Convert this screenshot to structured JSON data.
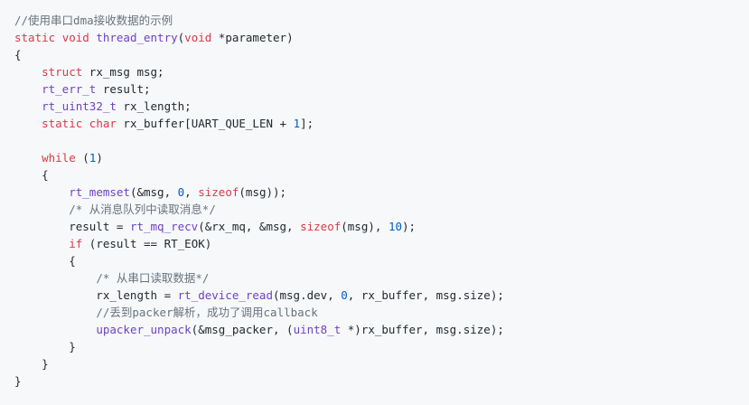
{
  "colors": {
    "background": "#f6f8fa",
    "text": "#24292e",
    "keyword": "#d73a49",
    "function": "#6f42c1",
    "comment": "#6a737d",
    "number": "#005cc5"
  },
  "code_lines": [
    [
      [
        "cm",
        "//使用串口dma接收数据的示例"
      ]
    ],
    [
      [
        "kw",
        "static"
      ],
      [
        "tx",
        " "
      ],
      [
        "kw",
        "void"
      ],
      [
        "tx",
        " "
      ],
      [
        "fn",
        "thread_entry"
      ],
      [
        "tx",
        "("
      ],
      [
        "kw",
        "void"
      ],
      [
        "tx",
        " *parameter)"
      ]
    ],
    [
      [
        "tx",
        "{"
      ]
    ],
    [
      [
        "tx",
        "    "
      ],
      [
        "kw",
        "struct"
      ],
      [
        "tx",
        " rx_msg msg;"
      ]
    ],
    [
      [
        "tx",
        "    "
      ],
      [
        "fn",
        "rt_err_t"
      ],
      [
        "tx",
        " result;"
      ]
    ],
    [
      [
        "tx",
        "    "
      ],
      [
        "fn",
        "rt_uint32_t"
      ],
      [
        "tx",
        " rx_length;"
      ]
    ],
    [
      [
        "tx",
        "    "
      ],
      [
        "kw",
        "static"
      ],
      [
        "tx",
        " "
      ],
      [
        "kw",
        "char"
      ],
      [
        "tx",
        " rx_buffer[UART_QUE_LEN + "
      ],
      [
        "nu",
        "1"
      ],
      [
        "tx",
        "];"
      ]
    ],
    [],
    [
      [
        "tx",
        "    "
      ],
      [
        "kw",
        "while"
      ],
      [
        "tx",
        " ("
      ],
      [
        "nu",
        "1"
      ],
      [
        "tx",
        ")"
      ]
    ],
    [
      [
        "tx",
        "    {"
      ]
    ],
    [
      [
        "tx",
        "        "
      ],
      [
        "fn",
        "rt_memset"
      ],
      [
        "tx",
        "(&msg, "
      ],
      [
        "nu",
        "0"
      ],
      [
        "tx",
        ", "
      ],
      [
        "kw",
        "sizeof"
      ],
      [
        "tx",
        "(msg));"
      ]
    ],
    [
      [
        "tx",
        "        "
      ],
      [
        "cm",
        "/* 从消息队列中读取消息*/"
      ]
    ],
    [
      [
        "tx",
        "        result = "
      ],
      [
        "fn",
        "rt_mq_recv"
      ],
      [
        "tx",
        "(&rx_mq, &msg, "
      ],
      [
        "kw",
        "sizeof"
      ],
      [
        "tx",
        "(msg), "
      ],
      [
        "nu",
        "10"
      ],
      [
        "tx",
        ");"
      ]
    ],
    [
      [
        "tx",
        "        "
      ],
      [
        "kw",
        "if"
      ],
      [
        "tx",
        " (result == RT_EOK)"
      ]
    ],
    [
      [
        "tx",
        "        {"
      ]
    ],
    [
      [
        "tx",
        "            "
      ],
      [
        "cm",
        "/* 从串口读取数据*/"
      ]
    ],
    [
      [
        "tx",
        "            rx_length = "
      ],
      [
        "fn",
        "rt_device_read"
      ],
      [
        "tx",
        "(msg.dev, "
      ],
      [
        "nu",
        "0"
      ],
      [
        "tx",
        ", rx_buffer, msg.size);"
      ]
    ],
    [
      [
        "tx",
        "            "
      ],
      [
        "cm",
        "//丢到packer解析，成功了调用callback"
      ]
    ],
    [
      [
        "tx",
        "            "
      ],
      [
        "fn",
        "upacker_unpack"
      ],
      [
        "tx",
        "(&msg_packer, ("
      ],
      [
        "fn",
        "uint8_t"
      ],
      [
        "tx",
        " *)rx_buffer, msg.size);"
      ]
    ],
    [
      [
        "tx",
        "        }"
      ]
    ],
    [
      [
        "tx",
        "    }"
      ]
    ],
    [
      [
        "tx",
        "}"
      ]
    ]
  ]
}
